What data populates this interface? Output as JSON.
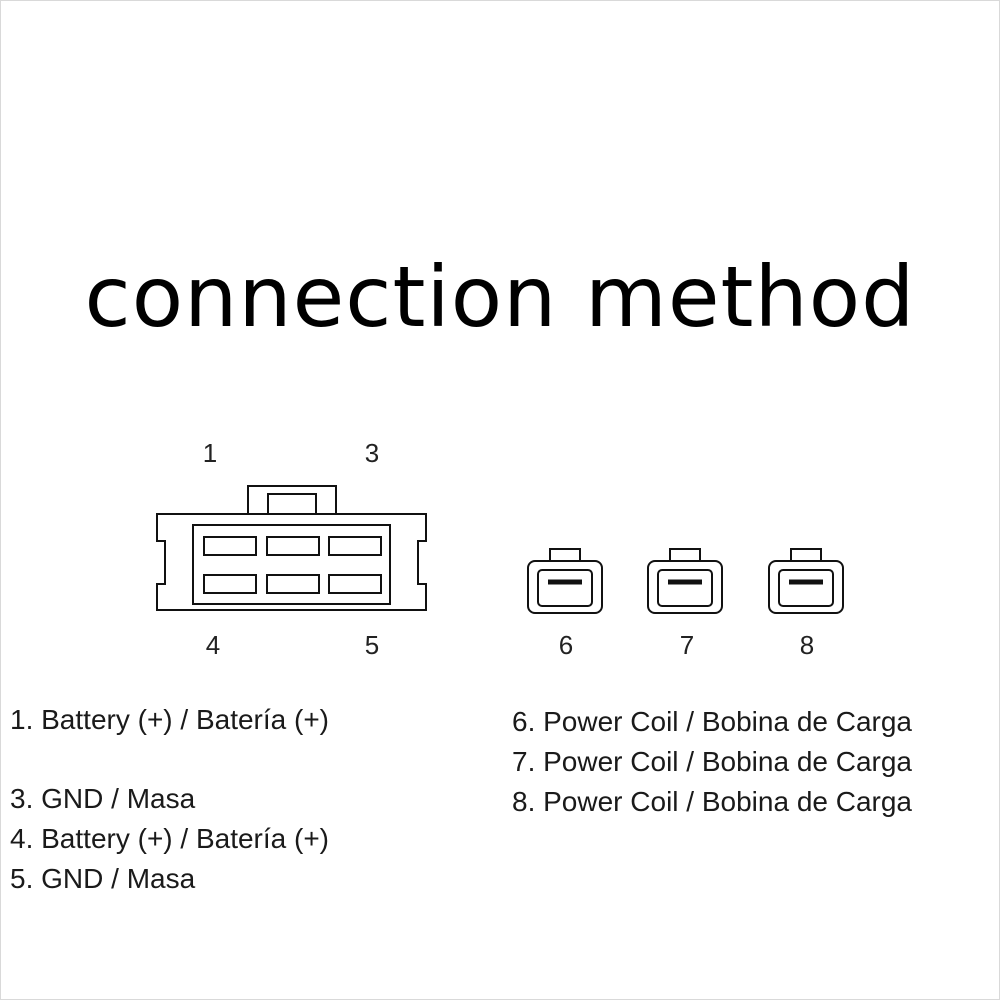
{
  "title": "connection method",
  "pin_labels": {
    "p1": "1",
    "p3": "3",
    "p4": "4",
    "p5": "5",
    "p6": "6",
    "p7": "7",
    "p8": "8"
  },
  "legend_left": [
    "1. Battery (+) / Batería (+)",
    "3. GND / Masa",
    "4. Battery (+) / Batería (+)",
    "5. GND / Masa"
  ],
  "legend_right": [
    "6. Power Coil / Bobina de Carga",
    "7. Power Coil / Bobina de Carga",
    "8. Power Coil / Bobina de Carga"
  ]
}
